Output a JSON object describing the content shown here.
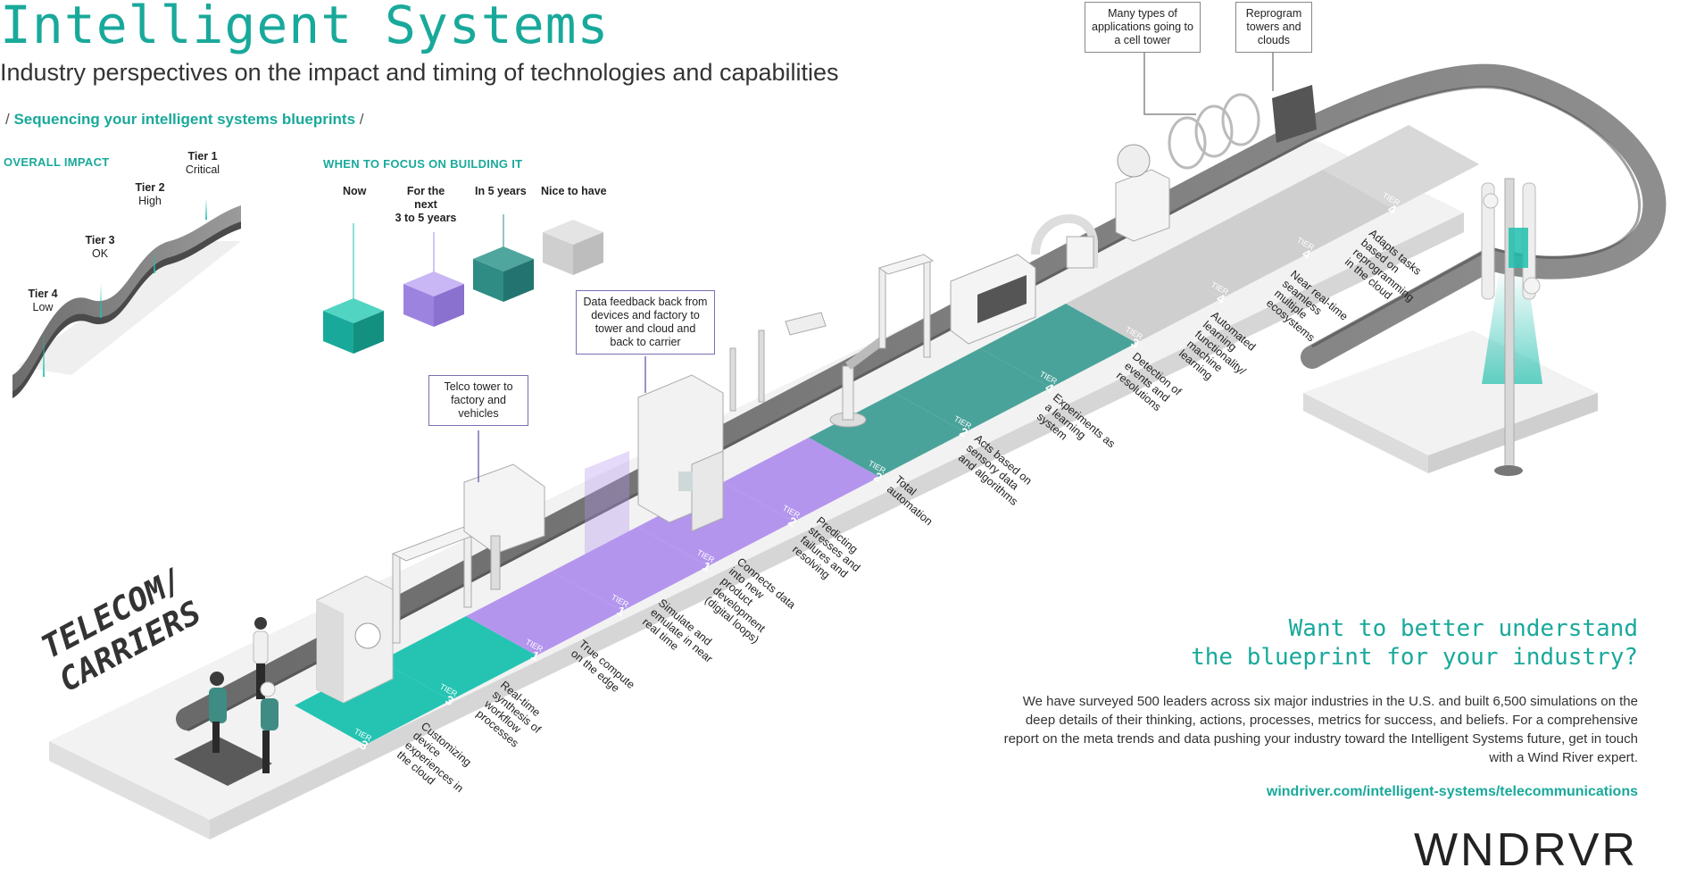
{
  "header": {
    "title": "Intelligent Systems",
    "subtitle": "Industry perspectives on the impact and timing of technologies and capabilities",
    "sequence_label": "Sequencing your intelligent systems blueprints",
    "slash": "/"
  },
  "legend": {
    "impact_heading": "OVERALL IMPACT",
    "tiers": [
      {
        "name": "Tier 1",
        "level": "Critical"
      },
      {
        "name": "Tier 2",
        "level": "High"
      },
      {
        "name": "Tier 3",
        "level": "OK"
      },
      {
        "name": "Tier 4",
        "level": "Low"
      }
    ],
    "focus_heading": "WHEN TO FOCUS ON BUILDING IT",
    "focus": [
      {
        "label": "Now",
        "color": "#1fc0ae"
      },
      {
        "label": "For the next\n3 to 5 years",
        "color": "#a58ee8"
      },
      {
        "label": "In 5 years",
        "color": "#2e8c84"
      },
      {
        "label": "Nice to have",
        "color": "#c8c8c8"
      }
    ]
  },
  "callouts": {
    "telco": "Telco tower to factory and vehicles",
    "feedback": "Data feedback back from devices and factory to tower and cloud and back to carrier",
    "apps": "Many types of applications going to a cell tower",
    "reprogram": "Reprogram towers and clouds"
  },
  "industry": {
    "line1": "TELECOM/",
    "line2": "CARRIERS"
  },
  "tier_word": "TIER",
  "segments": [
    {
      "tier": "3",
      "color": "#25c4b2"
    },
    {
      "tier": "3",
      "color": "#25c4b2"
    },
    {
      "tier": "1",
      "color": "#b495ee"
    },
    {
      "tier": "1",
      "color": "#b495ee"
    },
    {
      "tier": "1",
      "color": "#b495ee"
    },
    {
      "tier": "2",
      "color": "#b495ee"
    },
    {
      "tier": "2",
      "color": "#4aa39a"
    },
    {
      "tier": "2",
      "color": "#4aa39a"
    },
    {
      "tier": "4",
      "color": "#4aa39a"
    },
    {
      "tier": "3",
      "color": "#cfcfcf"
    },
    {
      "tier": "4",
      "color": "#cfcfcf"
    },
    {
      "tier": "4",
      "color": "#cfcfcf"
    },
    {
      "tier": "4",
      "color": "#d8d8d8"
    }
  ],
  "steps": [
    "Customizing\ndevice\nexperiences in\nthe cloud",
    "Real-time\nsynthesis of\nworkflow\nprocesses",
    "True compute\non the edge",
    "Simulate and\nemulate in near\nreal time",
    "Connects data\ninto new\nproduct\ndevelopment\n(digital loops)",
    "Predicting\nstresses and\nfailures and\nresolving",
    "Total\nautomation",
    "Acts based on\nsensory data\nand algorithms",
    "Experiments as\na learning\nsystem",
    "Detection of\nevents and\nresolutions",
    "Automated\nlearning\nfunctionality/\nmachine\nlearning",
    "Near real-time\nseamless\nmultiple\necosystems",
    "Adapts tasks\nbased on\nreprogramming\nin the cloud"
  ],
  "cta": {
    "line1": "Want to better understand",
    "line2": "the blueprint for your industry?",
    "body": "We have surveyed 500 leaders across six major industries in the U.S. and built 6,500 simulations on the deep details of their thinking, actions, processes, metrics for success, and beliefs. For a comprehensive report on the meta trends and data pushing your industry toward the Intelligent Systems future, get in touch with a Wind River expert.",
    "link": "windriver.com/intelligent-systems/telecommunications",
    "logo": "WNDRVR"
  }
}
